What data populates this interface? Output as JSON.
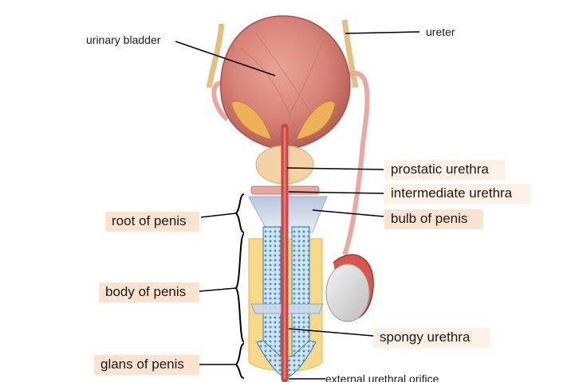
{
  "labels": {
    "urinary_bladder": "urinary bladder",
    "ureter": "ureter",
    "prostatic_urethra": "prostatic urethra",
    "intermediate_urethra": "intermediate urethra",
    "bulb_of_penis": "bulb of penis",
    "root_of_penis": "root of penis",
    "body_of_penis": "body of penis",
    "spongy_urethra": "spongy urethra",
    "glans_of_penis": "glans of penis",
    "external_urethral_orifice": "external urethral orifice"
  },
  "colors": {
    "label_box_left": "#fbe3cf",
    "label_box_right": "#fdf0e5",
    "bladder": "#d98478",
    "urethra": "#c9453f",
    "corpus_tissue": "#9ec9e0",
    "fat": "#f2c64a"
  }
}
